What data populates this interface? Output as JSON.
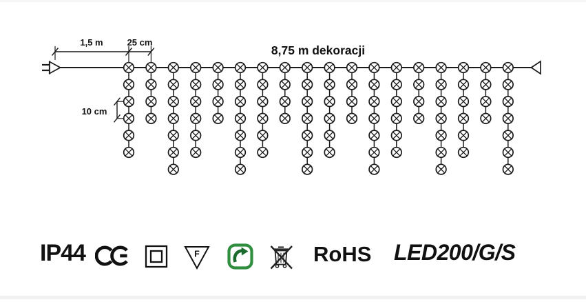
{
  "product_diagram": {
    "dimension_labels": {
      "lead_wire": "1,5 m",
      "drop_spacing": "25 cm",
      "decoration_length": "8,75 m dekoracji",
      "led_vertical_spacing": "10 cm"
    },
    "structure": {
      "drop_count": 18,
      "leds_per_drop": [
        6,
        4,
        7,
        6,
        4,
        7,
        6,
        4,
        7,
        6,
        4,
        7,
        6,
        4,
        7,
        6,
        4,
        7
      ],
      "total_leds": 102,
      "left_end": "power-plug-symbol",
      "right_end": "end-connector-triangle"
    }
  },
  "certification_row": {
    "ip_rating": "IP44",
    "ce_mark": "CE",
    "class_ii_icon": "class-ii-double-square",
    "fuse_triangle_letter": "F",
    "recyclable_icon": "green-recycling-loop",
    "weee_icon": "crossed-out-wheelie-bin",
    "rohs": "RoHS",
    "model_number": "LED200/G/S"
  },
  "colors": {
    "line_black": "#1a1a1a",
    "recycle_green_border": "#2f8f3f",
    "recycle_green_arrow": "#1a6b2d",
    "background": "#ffffff"
  }
}
